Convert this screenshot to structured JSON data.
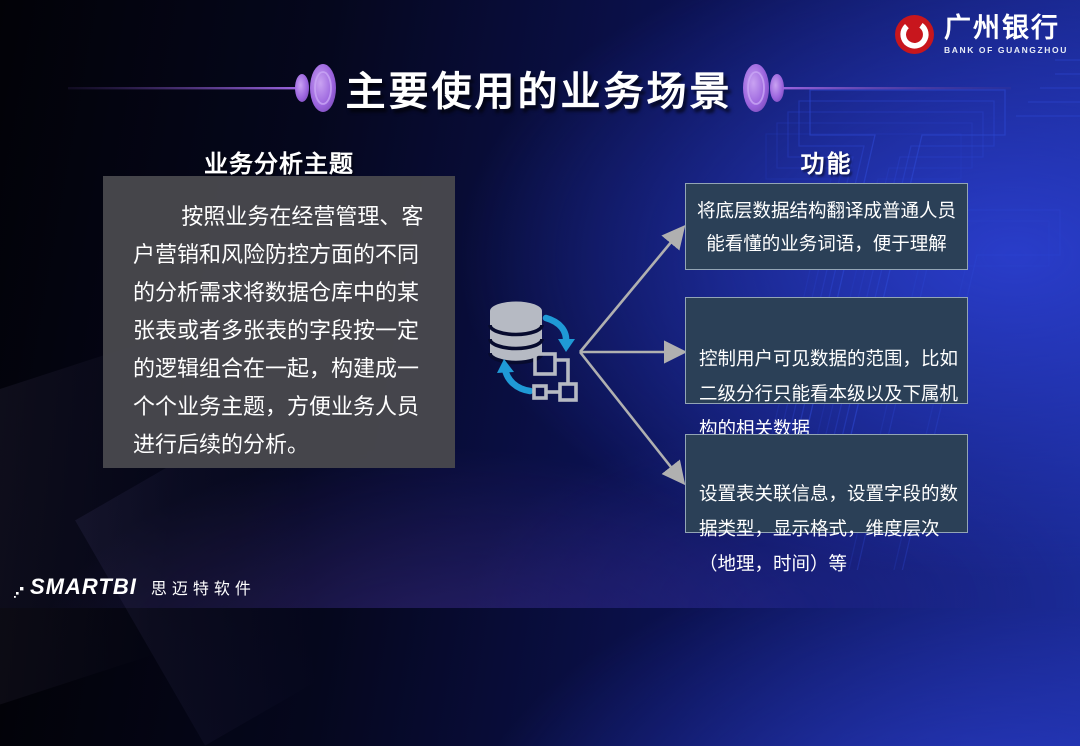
{
  "title": {
    "text": "主要使用的业务场景"
  },
  "header": {
    "bank": {
      "name": "广州银行",
      "subtitle": "BANK OF GUANGZHOU"
    }
  },
  "left_section": {
    "heading": "业务分析主题",
    "body": "按照业务在经营管理、客\n户营销和风险防控方面的不同\n的分析需求将数据仓库中的某\n张表或者多张表的字段按一定\n的逻辑组合在一起，构建成一\n个个业务主题，方便业务人员\n进行后续的分析。"
  },
  "right_section": {
    "heading": "功能",
    "items": [
      {
        "text": "将底层数据结构翻译成普通人员\n能看懂的业务词语，便于理解"
      },
      {
        "text": "控制用户可见数据的范围，比如\n二级分行只能看本级以及下属机\n构的相关数据"
      },
      {
        "text": "设置表关联信息，设置字段的数\n据类型，显示格式，维度层次\n（地理，时间）等"
      }
    ]
  },
  "center_icon": {
    "name": "database-to-schema-sync-icon"
  },
  "footer": {
    "brand": "SMARTBI",
    "company": "思迈特软件"
  },
  "colors": {
    "accent_purple": "#9a63dd",
    "left_box_gray": "#48484d",
    "func_box_blue": "#2b4057",
    "func_box_border": "#93a5b5",
    "bank_red": "#c8161d",
    "arrow_blue": "#1f9ad6",
    "icon_gray": "#b6bac3",
    "connector_gray": "#b0b0b0"
  }
}
